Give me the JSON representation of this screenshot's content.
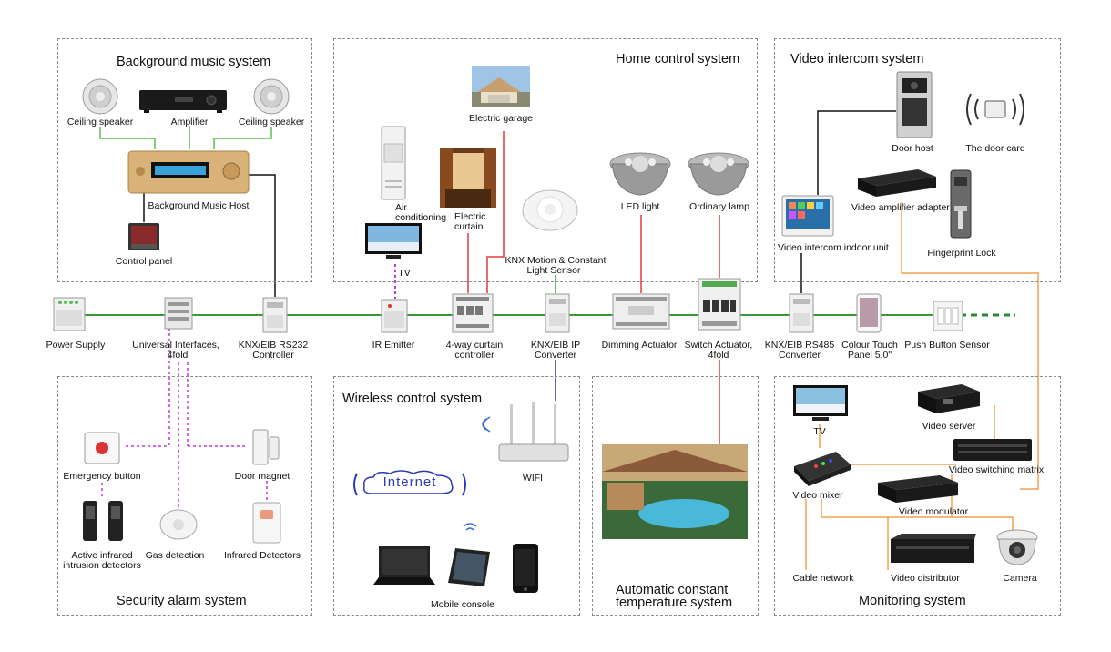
{
  "panels": {
    "bg_music": "Background music system",
    "home_control": "Home control system",
    "video_intercom": "Video intercom system",
    "security": "Security alarm system",
    "wireless": "Wireless control system",
    "temperature_line1": "Automatic constant",
    "temperature_line2": "temperature system",
    "monitoring": "Monitoring system"
  },
  "bg_music": {
    "ceiling_speaker_left": "Ceiling speaker",
    "amplifier": "Amplifier",
    "ceiling_speaker_right": "Ceiling speaker",
    "host": "Background Music Host",
    "control_panel": "Control panel"
  },
  "home_control": {
    "electric_garage": "Electric garage",
    "air_cond_1": "Air",
    "air_cond_2": "conditioning",
    "curtain_1": "Electric",
    "curtain_2": "curtain",
    "led_light": "LED light",
    "ordinary_lamp": "Ordinary lamp",
    "tv": "TV",
    "sensor_1": "KNX Motion & Constant",
    "sensor_2": "Light Sensor"
  },
  "intercom": {
    "door_host": "Door host",
    "door_card": "The door card",
    "amp_adapter": "Video amplifier adapter",
    "indoor_unit": "Video intercom indoor unit",
    "fingerprint": "Fingerprint Lock"
  },
  "bus": {
    "power_supply": "Power Supply",
    "universal_1": "Universal Interfaces,",
    "universal_2": "4fold",
    "rs232_1": "KNX/EIB RS232",
    "rs232_2": "Controller",
    "ir_emitter": "IR Emitter",
    "curtain_ctrl_1": "4-way curtain",
    "curtain_ctrl_2": "controller",
    "ip_conv_1": "KNX/EIB IP",
    "ip_conv_2": "Converter",
    "dimming": "Dimming Actuator",
    "switch_1": "Switch Actuator,",
    "switch_2": "4fold",
    "rs485_1": "KNX/EIB RS485",
    "rs485_2": "Converter",
    "touch_1": "Colour Touch",
    "touch_2": "Panel 5.0\"",
    "push_button": "Push Button Sensor"
  },
  "security": {
    "emergency": "Emergency button",
    "door_magnet": "Door magnet",
    "active_ir_1": "Active infrared",
    "active_ir_2": "intrusion detectors",
    "gas": "Gas detection",
    "infrared": "Infrared Detectors"
  },
  "wireless": {
    "wifi": "WIFI",
    "internet": "Internet",
    "mobile": "Mobile console"
  },
  "monitoring": {
    "tv": "TV",
    "video_server": "Video server",
    "switching_matrix": "Video switching matrix",
    "video_mixer": "Video mixer",
    "video_modulator": "Video modulator",
    "cable_network": "Cable network",
    "video_distributor": "Video distributor",
    "camera": "Camera"
  },
  "colors": {
    "bus_green": "#3a9a3a",
    "music_green": "#5cbf4a",
    "red": "#e23a3a",
    "magenta": "#c43ad8",
    "blue": "#2a3ab0",
    "orange": "#f0a050",
    "black": "#111111"
  }
}
